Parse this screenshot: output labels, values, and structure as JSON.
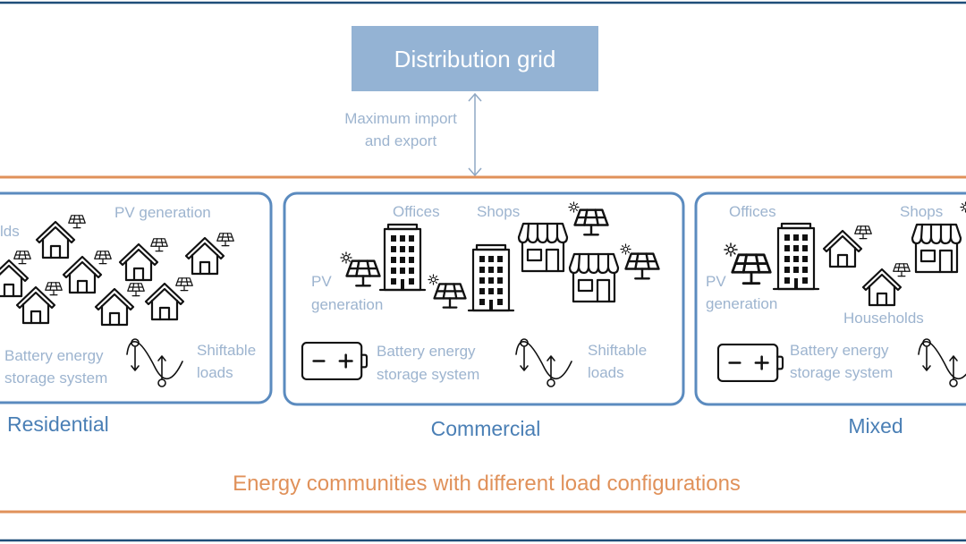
{
  "colors": {
    "box_border": "#5b8bbf",
    "grid_box": "#94b3d4",
    "label": "#9db4cf",
    "title": "#4a7fb5",
    "accent_orange": "#e0915a",
    "frame": "#1f4e79"
  },
  "grid": {
    "title": "Distribution grid",
    "link_line1": "Maximum import",
    "link_line2": "and export"
  },
  "residential": {
    "title": "Residential",
    "households": "lds",
    "pv": "PV generation",
    "bess1": "Battery energy",
    "bess2": "storage system",
    "shift1": "Shiftable",
    "shift2": "loads"
  },
  "commercial": {
    "title": "Commercial",
    "offices": "Offices",
    "shops": "Shops",
    "pv1": "PV",
    "pv2": "generation",
    "bess1": "Battery energy",
    "bess2": "storage system",
    "shift1": "Shiftable",
    "shift2": "loads"
  },
  "mixed": {
    "title": "Mixed",
    "offices": "Offices",
    "shops": "Shops",
    "pv1": "PV",
    "pv2": "generation",
    "households": "Households",
    "bess1": "Battery energy",
    "bess2": "storage system"
  },
  "caption": "Energy communities with different load configurations",
  "icons": [
    "house-icon",
    "solar-panel-icon",
    "sun-icon",
    "office-building-icon",
    "shop-icon",
    "battery-icon",
    "load-shift-curve-icon"
  ]
}
